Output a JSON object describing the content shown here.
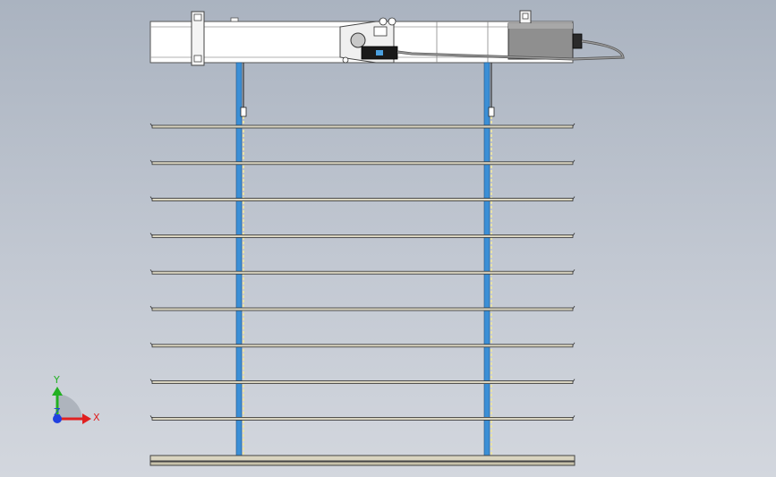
{
  "viewport": {
    "background_top": "#aab3c0",
    "background_bottom": "#d3d7de"
  },
  "model": {
    "slat_count": 10,
    "headrail_color": "#ffffff",
    "motor_color": "#8f8f8f",
    "ladder_tape_color": "#3b8fd6",
    "cord_color": "#e8e2a8",
    "slat_color": "#d9d4c0"
  },
  "triad": {
    "x_label": "X",
    "y_label": "Y",
    "z_label": "Z",
    "x_color": "#e02020",
    "y_color": "#22b022",
    "z_color": "#2040e0"
  }
}
